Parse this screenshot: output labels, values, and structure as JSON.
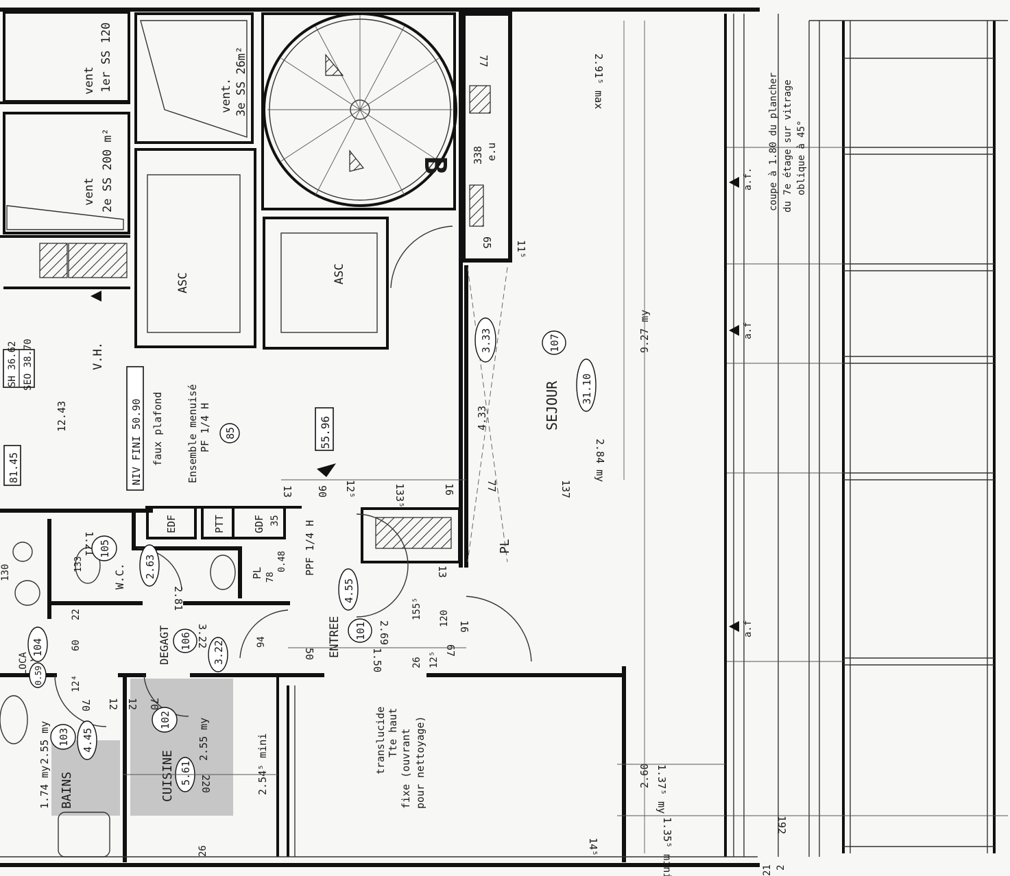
{
  "labels": {
    "vent1": "vent",
    "vent1_level": "1er SS 120",
    "vent2": "vent",
    "vent2_level": "2e SS 200 m²",
    "vent3": "vent.",
    "vent3_level": "3e SS 26m²",
    "asc1": "ASC",
    "asc2": "ASC",
    "stair_letter": "B",
    "sh": "SH 36.62",
    "seo": "SEO 38.70",
    "vh": "V.H.",
    "dim_8145": "81.45",
    "dim_1243": "12.43",
    "niv_fini": "NIV FINI 50.90",
    "faux_plafond": "faux plafond",
    "ensemble": "Ensemble menuisé",
    "pf14h": "PF 1/4 H",
    "room_85": "85",
    "area_5596": "55.96",
    "edf": "EDF",
    "ptt": "PTT",
    "gdf": "GDF",
    "gdf_35": "35",
    "ppf14h": "PPF 1/4 H",
    "pl_small": "PL",
    "pl_large": "PL",
    "wc": "W.C.",
    "wc_num": "105",
    "wc_area": "2.63",
    "degag": "DEGAGT",
    "degag_num": "106",
    "degag_area": "3.22",
    "entree": "ENTREE",
    "entree_num": "101",
    "entree_area": "4.55",
    "loca": "LOCA",
    "vo": "VO",
    "loca_num": "104",
    "loca_area": "0.59",
    "bains": "BAINS",
    "bains_num": "103",
    "bains_area": "4.45",
    "cuisine": "CUISINE",
    "cuisine_num": "102",
    "cuisine_area": "5.61",
    "sejour": "SEJOUR",
    "sejour_num": "107",
    "sejour_area": "31.10",
    "hs_291": "2.91⁵ max",
    "hs_927": "9.27 my",
    "hs_284": "2.84 my",
    "hs_137my": "1.37⁵ my",
    "hs_135mini": "1.35⁵ mini",
    "hs_255a": "2.55 my",
    "hs_255b": "2.55 my",
    "hs_254mini": "2.54⁵ mini",
    "hs_174": "1.74 my",
    "hs_121": "1.21",
    "hs_281": "2.81",
    "hs_269": "2.69",
    "hs_150": "1.50",
    "dim_338": "338",
    "dim_eu": "e.u",
    "dim_433": "4.33",
    "dim_333": "3.33",
    "dim_260": "2.60",
    "dim_192": "192",
    "dim_145": "14⁵",
    "dim_16": "16",
    "dim_77a": "77",
    "dim_77b": "77",
    "dim_137": "137",
    "dim_1335": "133⁵",
    "dim_125": "12⁵",
    "dim_90": "90",
    "dim_13a": "13",
    "dim_13b": "13",
    "dim_1555": "155⁵",
    "dim_120": "120",
    "dim_16b": "16",
    "dim_67": "67",
    "dim_26a": "26",
    "dim_125b": "12⁵",
    "dim_50": "50",
    "dim_94": "94",
    "dim_322": "3.22",
    "dim_60": "60",
    "dim_22": "22",
    "dim_124": "12⁴",
    "dim_70a": "70",
    "dim_70b": "70",
    "dim_12a": "12",
    "dim_12b": "12",
    "dim_220": "220",
    "dim_26b": "26",
    "dim_130": "130",
    "dim_133": "133",
    "dim_78": "78",
    "dim_048": "0.48",
    "dim_65": "65",
    "dim_115": "11⁵",
    "dim_21": "21",
    "dim_2": "2",
    "af1": "a.f.",
    "af2": "a.f",
    "af3": "a.f",
    "window_note1": "translucide",
    "window_note2": "Tte haut",
    "window_note3": "fixe (ouvrant",
    "window_note4": "pour nettoyage)",
    "coupe1": "coupe à 1.80 du plancher",
    "coupe2": "du 7e étage sur vitrage",
    "coupe3": "oblique à 45°"
  }
}
